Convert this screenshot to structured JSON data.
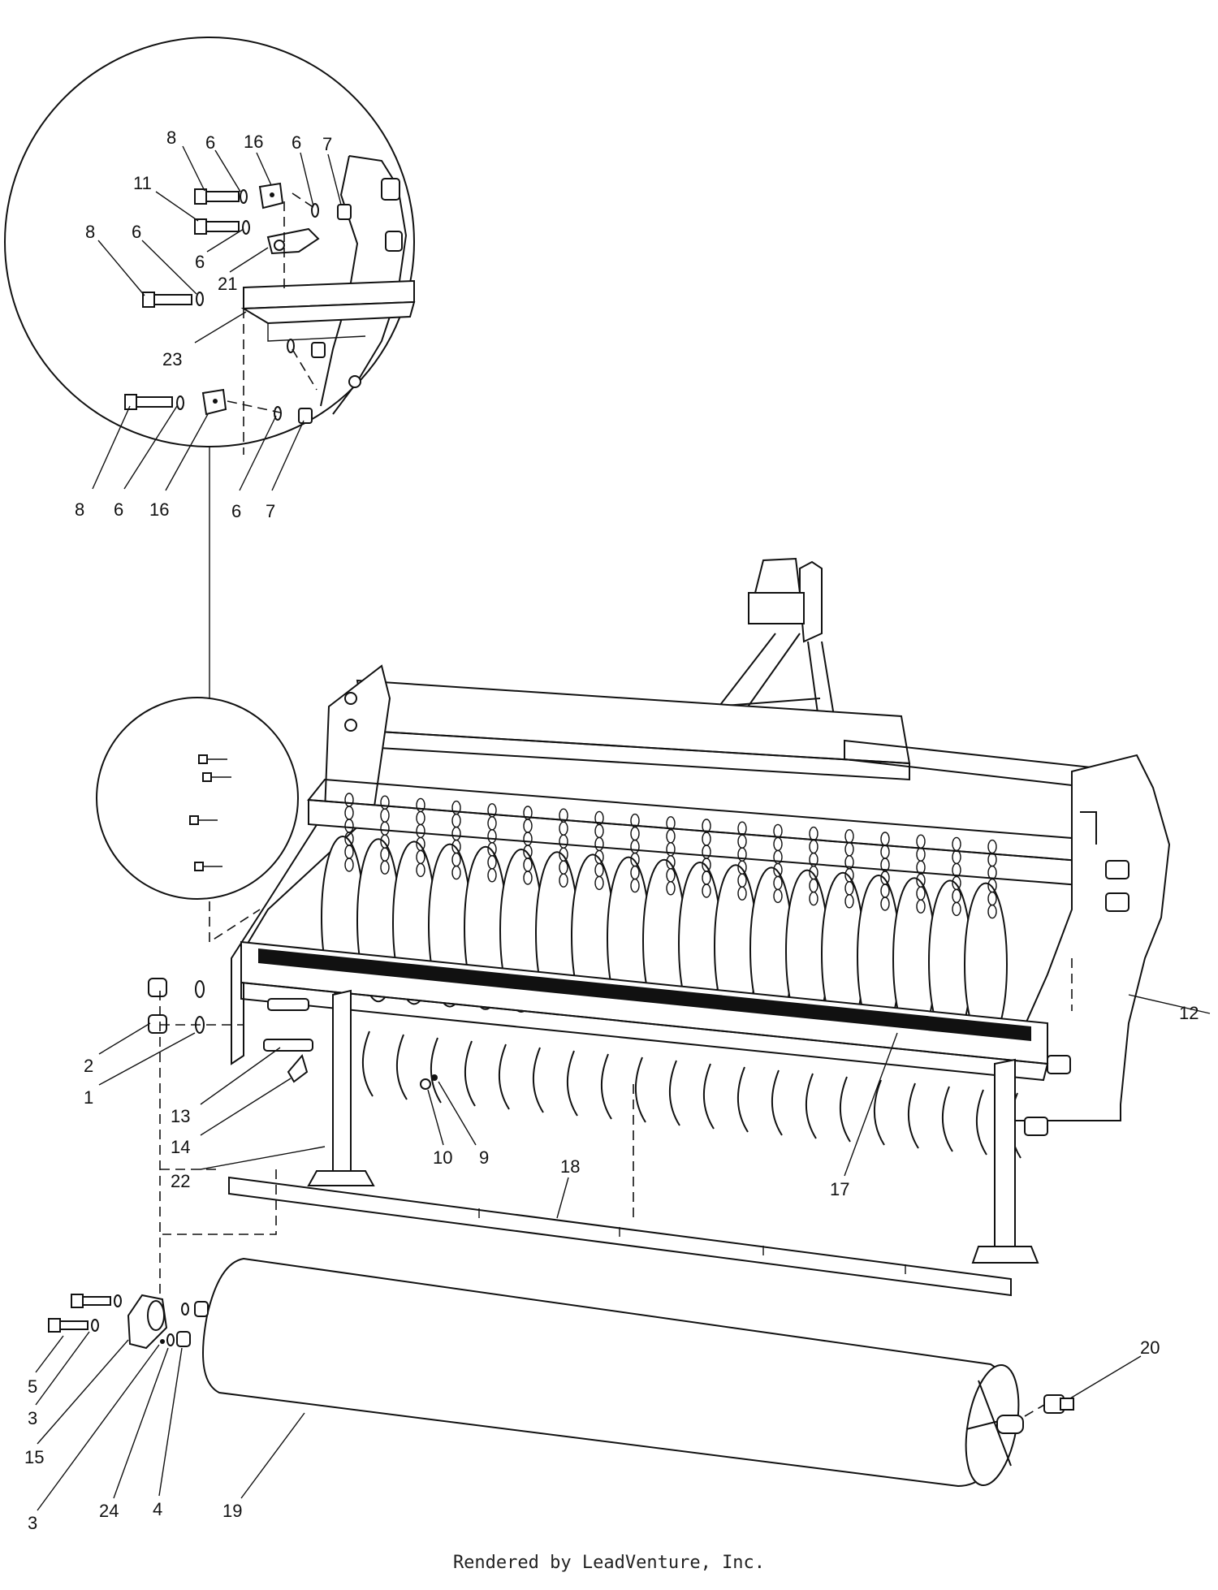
{
  "diagram": {
    "callouts": [
      {
        "id": "c1",
        "text": "8"
      },
      {
        "id": "c2",
        "text": "6"
      },
      {
        "id": "c3",
        "text": "16"
      },
      {
        "id": "c4",
        "text": "6"
      },
      {
        "id": "c5",
        "text": "7"
      },
      {
        "id": "c6",
        "text": "11"
      },
      {
        "id": "c7",
        "text": "8"
      },
      {
        "id": "c8",
        "text": "6"
      },
      {
        "id": "c9",
        "text": "6"
      },
      {
        "id": "c10",
        "text": "21"
      },
      {
        "id": "c11",
        "text": "23"
      },
      {
        "id": "c12",
        "text": "8"
      },
      {
        "id": "c13",
        "text": "6"
      },
      {
        "id": "c14",
        "text": "16"
      },
      {
        "id": "c15",
        "text": "6"
      },
      {
        "id": "c16",
        "text": "7"
      },
      {
        "id": "c17",
        "text": "2"
      },
      {
        "id": "c18",
        "text": "1"
      },
      {
        "id": "c19",
        "text": "13"
      },
      {
        "id": "c20",
        "text": "14"
      },
      {
        "id": "c21",
        "text": "22"
      },
      {
        "id": "c22",
        "text": "10"
      },
      {
        "id": "c23",
        "text": "9"
      },
      {
        "id": "c24",
        "text": "18"
      },
      {
        "id": "c25",
        "text": "17"
      },
      {
        "id": "c26",
        "text": "12"
      },
      {
        "id": "c27",
        "text": "20"
      },
      {
        "id": "c28",
        "text": "5"
      },
      {
        "id": "c29",
        "text": "3"
      },
      {
        "id": "c30",
        "text": "15"
      },
      {
        "id": "c31",
        "text": "3"
      },
      {
        "id": "c32",
        "text": "24"
      },
      {
        "id": "c33",
        "text": "4"
      },
      {
        "id": "c34",
        "text": "19"
      }
    ]
  },
  "footer": {
    "text": "Rendered by LeadVenture, Inc."
  }
}
